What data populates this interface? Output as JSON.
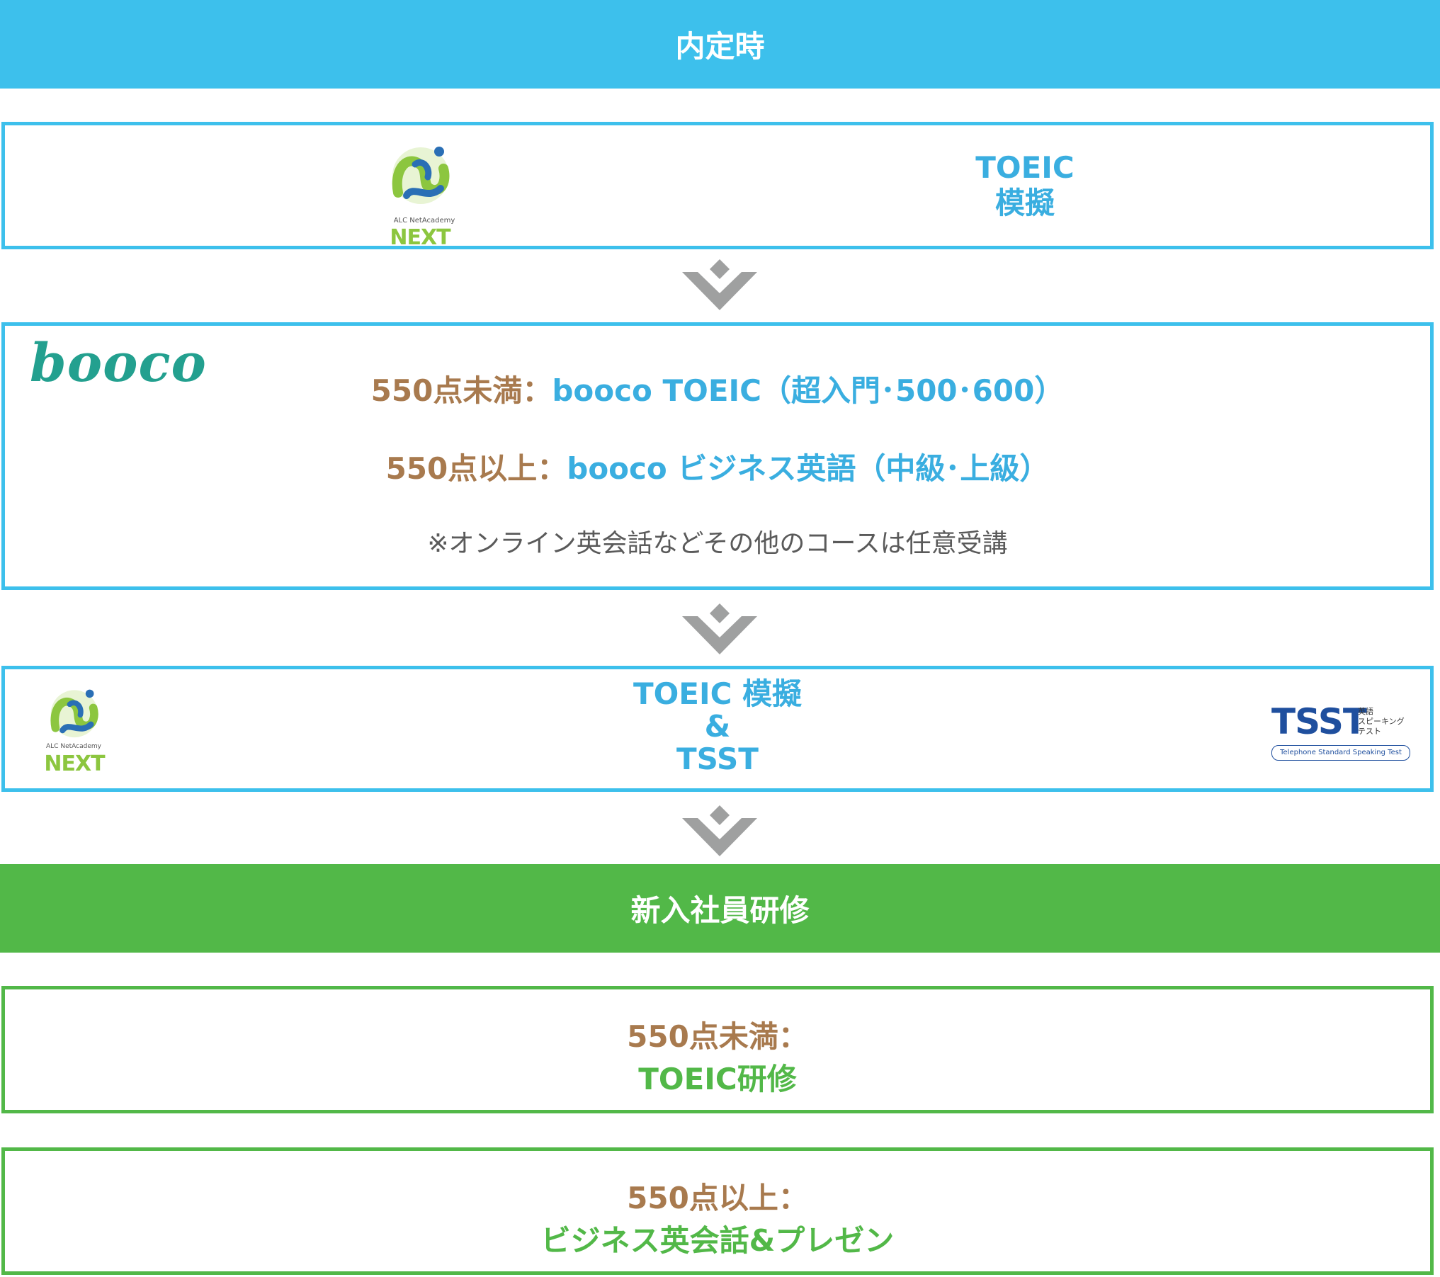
{
  "header_top": {
    "label": "内定時"
  },
  "step1": {
    "logo": {
      "icon": "alc-netacademy-logo-icon",
      "small_text": "ALC NetAcademy",
      "big_text": "NEXT"
    },
    "title_line1": "TOEIC",
    "title_line2": "模擬"
  },
  "step2": {
    "logo_text": "booco",
    "row1": {
      "condition": "550点未満：",
      "course": "booco TOEIC（超入門･500･600）"
    },
    "row2": {
      "condition": "550点以上：",
      "course": "booco ビジネス英語（中級･上級）"
    },
    "note": "※オンライン英会話などその他のコースは任意受講"
  },
  "step3": {
    "logo": {
      "icon": "alc-netacademy-logo-icon",
      "small_text": "ALC NetAcademy",
      "big_text": "NEXT"
    },
    "line1": "TOEIC 模擬",
    "line2": "&",
    "line3": "TSST",
    "tsst_logo": {
      "big": "TSST",
      "small1": "英語",
      "small2": "スピーキング",
      "small3": "テスト",
      "caption": "Telephone Standard Speaking Test"
    }
  },
  "header_training": {
    "label": "新入社員研修"
  },
  "training1": {
    "condition": "550点未満：",
    "course": "TOEIC研修"
  },
  "training2": {
    "condition": "550点以上：",
    "course": "ビジネス英会話&プレゼン"
  },
  "colors": {
    "blue": "#3dc0ec",
    "green": "#52b848",
    "brown": "#a87a4e",
    "arrow": "#9fa0a0",
    "teal": "#23a08f",
    "navy": "#1f4f9e",
    "lime": "#8cc63f"
  }
}
